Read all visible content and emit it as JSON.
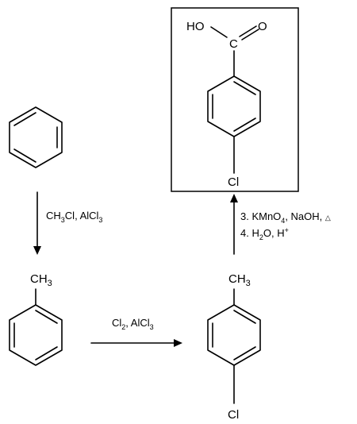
{
  "colors": {
    "oxygen": "#e8000b",
    "chlorine": "#2ec82e",
    "bond": "#000000",
    "background": "#ffffff"
  },
  "molecules": {
    "benzene": {
      "name": "benzene"
    },
    "toluene": {
      "substituent": "CH",
      "substituent_sub": "3"
    },
    "chlorotoluene": {
      "substituent_top": "CH",
      "substituent_top_sub": "3",
      "substituent_bottom": "Cl"
    },
    "product": {
      "hydroxyl": "HO",
      "carbonyl_o": "O",
      "carbon": "C",
      "chlorine": "Cl"
    }
  },
  "reactions": {
    "step1": {
      "t1": "CH",
      "s1": "3",
      "t2": "Cl, AlCl",
      "s2": "3"
    },
    "step2": {
      "t1": "Cl",
      "s1": "2",
      "t2": ", AlCl",
      "s2": "3"
    },
    "step3": {
      "t1": "3. KMnO",
      "s1": "4",
      "t2": ", NaOH, ",
      "heat": "△"
    },
    "step4": {
      "t1": "4. H",
      "s1": "2",
      "t2": "O, H",
      "sup": "+"
    }
  }
}
